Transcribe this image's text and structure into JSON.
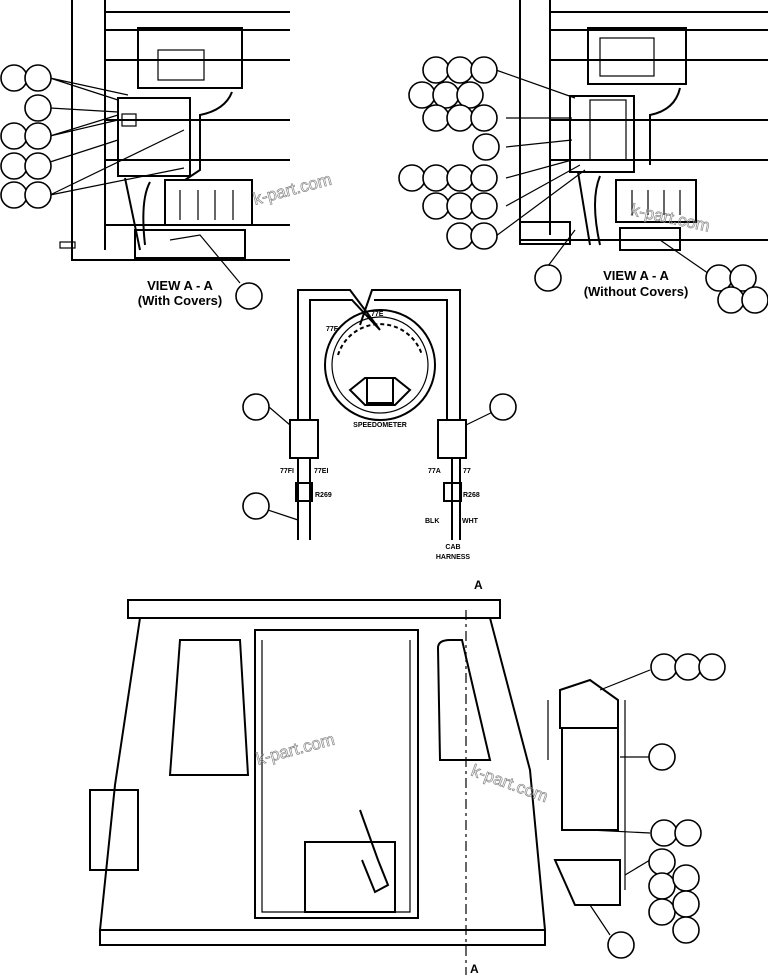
{
  "view_with_covers": {
    "title": "VIEW A - A",
    "subtitle": "(With Covers)"
  },
  "view_without_covers": {
    "title": "VIEW A - A",
    "subtitle": "(Without Covers)"
  },
  "speedometer": {
    "label": "SPEEDOMETER",
    "wire_top_left": "77F",
    "wire_top_right": "77E"
  },
  "harness": {
    "left_wire_1": "77FI",
    "left_wire_2": "77EI",
    "left_connector": "R269",
    "right_wire_1": "77A",
    "right_wire_2": "77",
    "right_connector": "R268",
    "color_left": "BLK",
    "color_right": "WHT",
    "harness_line1": "CAB",
    "harness_line2": "HARNESS"
  },
  "section_marks": {
    "top": "A",
    "bottom": "A"
  },
  "watermark": "k-part.com"
}
